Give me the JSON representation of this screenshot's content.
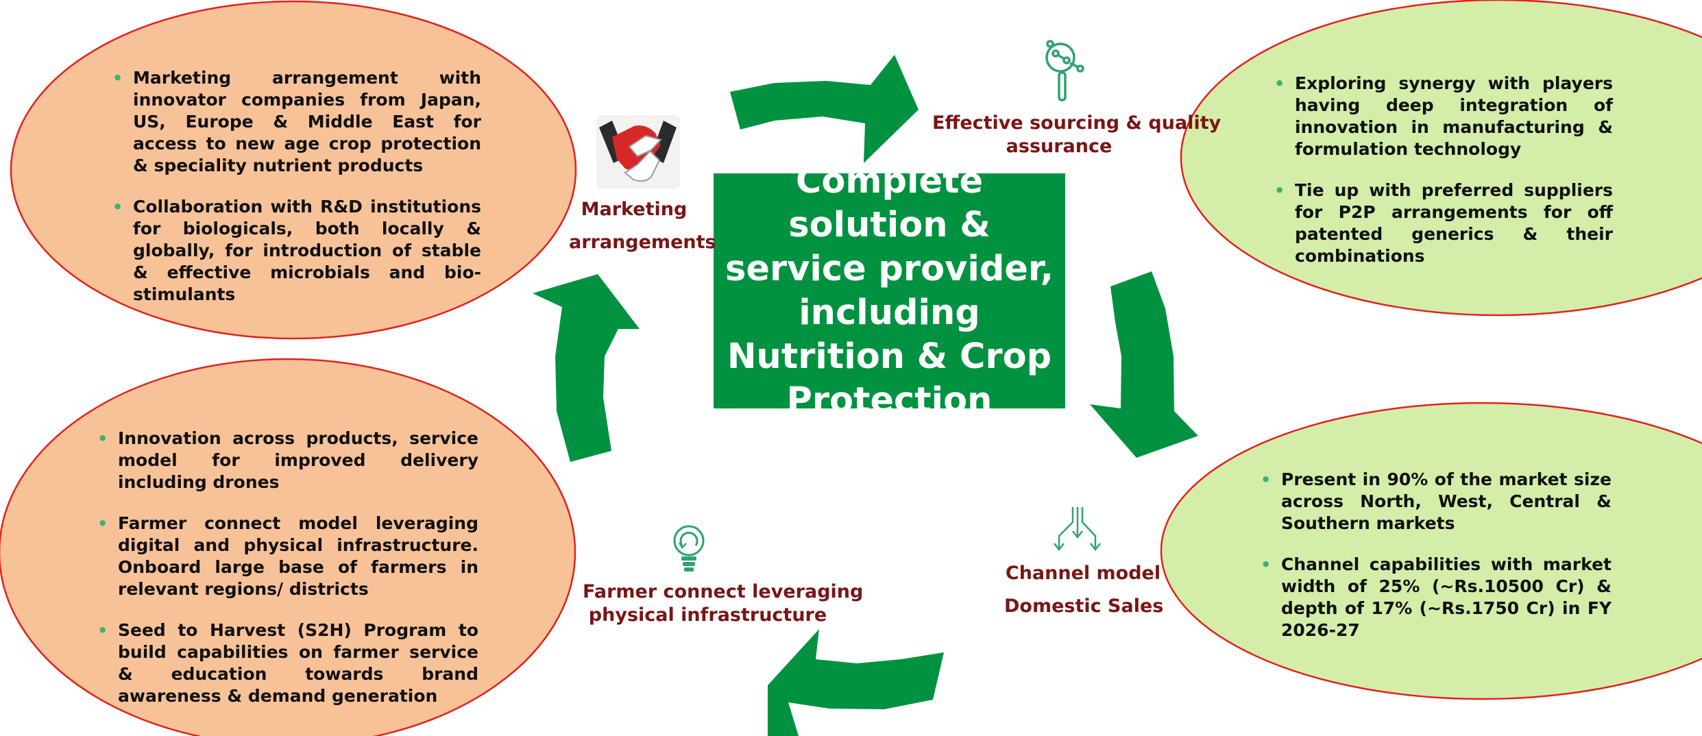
{
  "center_title": "Complete solution & service provider, including Nutrition & Crop Protection",
  "colors": {
    "green": "#009240",
    "orange_fill": "#F8C298",
    "lime_fill": "#D4EDA9",
    "outline": "#E0221E",
    "label": "#7A1515",
    "bullet": "#3FB07A"
  },
  "labels": {
    "marketing": [
      "Marketing",
      "arrangements"
    ],
    "sourcing": [
      "Effective sourcing & quality",
      "assurance"
    ],
    "channel": [
      "Channel model",
      "Domestic Sales"
    ],
    "farmer": [
      "Farmer connect leveraging",
      "physical infrastructure"
    ]
  },
  "icons": [
    "handshake-icon",
    "magnifier-molecule-icon",
    "channel-arrows-icon",
    "lightbulb-recycle-icon"
  ],
  "panels": {
    "top_left": [
      "Marketing arrangement with innovator companies from Japan, US, Europe & Middle East for access to new age crop protection & speciality nutrient products",
      "Collaboration with R&D institutions for biologicals, both locally & globally, for introduction of stable & effective microbials and bio-stimulants"
    ],
    "top_right": [
      "Exploring synergy with players having deep integration of innovation in manufacturing & formulation technology",
      "Tie up with preferred suppliers for P2P arrangements for off patented generics & their combinations"
    ],
    "bottom_left": [
      "Innovation across products, service model for improved delivery including drones",
      "Farmer connect model leveraging digital and physical infrastructure. Onboard large base of farmers in relevant regions/ districts",
      "Seed to Harvest (S2H) Program to build capabilities on farmer service & education towards brand awareness & demand generation"
    ],
    "bottom_right": [
      "Present in 90% of the market size across North, West, Central & Southern markets",
      "Channel capabilities with market width of 25% (~Rs.10500 Cr) & depth of 17% (~Rs.1750 Cr) in FY 2026-27"
    ]
  }
}
